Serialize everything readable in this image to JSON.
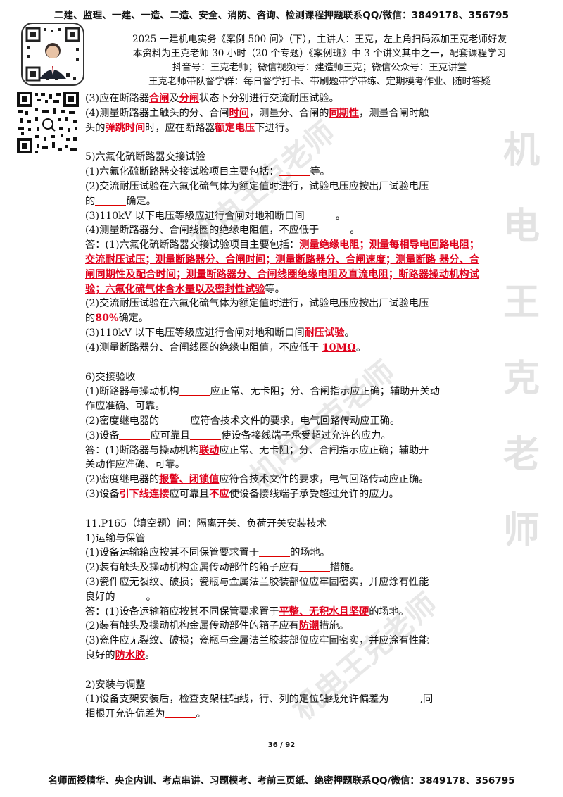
{
  "header": {
    "top_banner": "二建、监理、一建、一造、二造、安全、消防、咨询、检测课程押题联系QQ/微信：3849178、356795",
    "info_lines": [
      "2025 一建机电实务《案例 500 问》（下），主讲人：王克，左上角扫码添加王克老师好友",
      "本资料为王克老师 30 小时（20 个专题）《案例班》中 3 个讲义其中之一，配套课程学习",
      "抖音号：王克老师；微信视频号：建造师王克；微信公众号：王克讲堂",
      "王克老师带队督学群：每日督学打卡、带刷题带学带练、定期模考作业、随时答疑"
    ]
  },
  "body": {
    "s0": {
      "l3_a": "(3)应在断路器",
      "l3_b": "合闸",
      "l3_c": "及",
      "l3_d": "分闸",
      "l3_e": "状态下分别进行交流耐压试验。",
      "l4_a": "(4)测量断路器主触头的分、合闸",
      "l4_b": "时间",
      "l4_c": "，测量分、合闸的",
      "l4_d": "同期性",
      "l4_e": "，测量合闸时触",
      "l4_f": "头的",
      "l4_g": "弹跳时间",
      "l4_h": "时，应在断路器",
      "l4_i": "额定电压",
      "l4_j": "下进行。"
    },
    "s5": {
      "title": "5)六氟化硫断路器交接试验",
      "q1_a": "(1)六氟化硫断路器交接试验项目主要包括：",
      "q1_b": "等。",
      "q2_a": "(2)交流耐压试验在六氟化硫气体为额定值时进行，试验电压应按出厂试验电压",
      "q2_b": "的",
      "q2_c": "确定。",
      "q3_a": "(3)110kV 以下电压等级应进行合闸对地和断口间",
      "q3_b": "。",
      "q4_a": "(4)测量断路器分、合闸线圈的绝缘电阻值，不应低于",
      "q4_b": "。",
      "a1_pre": "答：(1)六氟化硫断路器交接试验项目主要包括：",
      "a1_ans": "测量绝缘电阻；测量每相导电回路电阻；交流耐压试压；测量断路器分、合闸时间；测量断路器分、合闸速度；测量断路 器分、合闸同期性及配合时间；测量断路器分、合闸线圈绝缘电阻及直流电阻；断路器操动机构试验；六氟化硫气体含水量以及密封性试验",
      "a1_post": "等。",
      "a2_a": "(2)交流耐压试验在六氟化硫气体为额定值时进行，试验电压应按出厂试验电压",
      "a2_b": "的",
      "a2_ans": "80%",
      "a2_c": "确定。",
      "a3_a": "(3)110kV 以下电压等级应进行合闸对地和断口间",
      "a3_ans": "耐压试验",
      "a3_b": "。",
      "a4_a": "(4)测量断路器分、合闸线圈的绝缘电阻值，不应低于 ",
      "a4_ans": "10MΩ",
      "a4_b": "。"
    },
    "s6": {
      "title": "6)交接验收",
      "q1_a": "(1)断路器与操动机构",
      "q1_b": "应正常、无卡阻；分、合闸指示应正确；辅助开关动",
      "q1_c": "作应准确、可靠。",
      "q2_a": "(2)密度继电器的",
      "q2_b": "应符合技术文件的要求，电气回路传动应正确。",
      "q3_a": "(3)设备",
      "q3_b": "应可靠且",
      "q3_c": "使设备接线端子承受超过允许的应力。",
      "a1_a": "答：(1)断路器与操动机构",
      "a1_ans": "联动",
      "a1_b": "应正常、无卡阻；分、合闸指示应正确；辅助开",
      "a1_c": "关动作应准确、可靠。",
      "a2_a": "(2)密度继电器的",
      "a2_ans": "报警、闭锁值",
      "a2_b": "应符合技术文件的要求，电气回路传动应正确。",
      "a3_a": "(3)设备",
      "a3_ans1": "引下线连接",
      "a3_b": "应可靠且",
      "a3_ans2": "不应",
      "a3_c": "使设备接线端子承受超过允许的应力。"
    },
    "s11": {
      "title": "11.P165（填空题）问：隔离开关、负荷开关安装技术",
      "sub1": "1)运输与保管",
      "q1_a": "(1)设备运输箱应按其不同保管要求置于",
      "q1_b": "的场地。",
      "q2_a": "(2)装有触头及操动机构金属传动部件的箱子应有",
      "q2_b": "措施。",
      "q3_a": "(3)瓷件应无裂纹、破损；瓷瓶与金属法兰胶装部位应牢固密实，并应涂有性能",
      "q3_b": "良好的",
      "q3_c": "。",
      "a1_a": "答：(1)设备运输箱应按其不同保管要求置于",
      "a1_ans": "平整、无积水且坚硬",
      "a1_b": "的场地。",
      "a2_a": "(2)装有触头及操动机构金属传动部件的箱子应有",
      "a2_ans": "防潮",
      "a2_b": "措施。",
      "a3_a": "(3)瓷件应无裂纹、破损；瓷瓶与金属法兰胶装部位应牢固密实，并应涂有性能",
      "a3_b": "良好的",
      "a3_ans": "防水胶",
      "a3_c": "。",
      "sub2": "2)安装与调整",
      "q4_a": "(1)设备支架安装后，检查支架柱轴线，行、列的定位轴线允许偏差为",
      "q4_b": ",同",
      "q4_c": "相根开允许偏差为",
      "q4_d": "。"
    }
  },
  "footer": {
    "page": "36 / 92",
    "bottom_banner": "名师面授精华、央企内训、考点串讲、习题模考、考前三页纸、绝密押题联系QQ/微信：3849178、356795"
  },
  "watermark": {
    "vertical": [
      "机",
      "电",
      "王",
      "克",
      "老",
      "师"
    ],
    "diagonal": "机电王克老师"
  }
}
